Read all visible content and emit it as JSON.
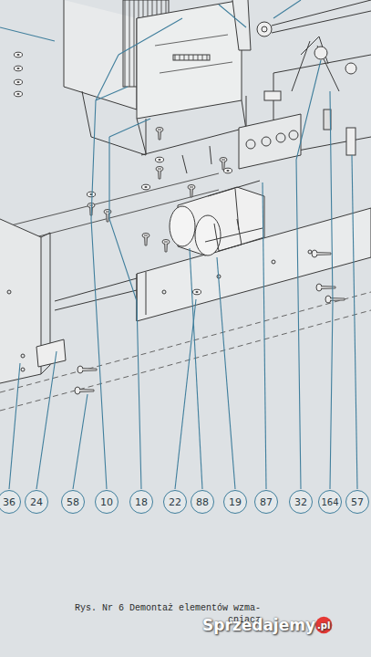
{
  "diagram": {
    "caption": "Rys. Nr 6 Demontaż elementów wzma- cniacz",
    "nodes": [
      {
        "text": [
          "36"
        ]
      },
      {
        "text": [
          "24"
        ]
      },
      {
        "text": [
          "58"
        ]
      },
      {
        "text": [
          "10"
        ]
      },
      {
        "text": [
          "18"
        ]
      },
      {
        "text": [
          "22"
        ]
      },
      {
        "text": [
          "88"
        ]
      },
      {
        "text": [
          "19"
        ]
      },
      {
        "text": [
          "87"
        ]
      },
      {
        "text": [
          "32"
        ]
      },
      {
        "text": [
          "164"
        ]
      },
      {
        "text": [
          "57"
        ]
      }
    ],
    "labels": [
      "Sprzedajemy",
      ".pl"
    ]
  }
}
